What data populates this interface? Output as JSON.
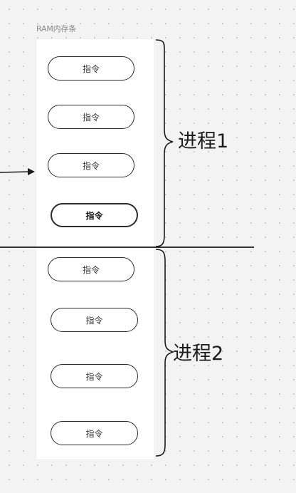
{
  "diagram": {
    "ram_label": "RAM内存条",
    "instructions": [
      {
        "label": "指令",
        "bold": false
      },
      {
        "label": "指令",
        "bold": false
      },
      {
        "label": "指令",
        "bold": false
      },
      {
        "label": "指令",
        "bold": true
      },
      {
        "label": "指令",
        "bold": false
      },
      {
        "label": "指令",
        "bold": false
      },
      {
        "label": "指令",
        "bold": false
      },
      {
        "label": "指令",
        "bold": false
      }
    ],
    "processes": [
      {
        "label": "进程1"
      },
      {
        "label": "进程2"
      }
    ]
  }
}
